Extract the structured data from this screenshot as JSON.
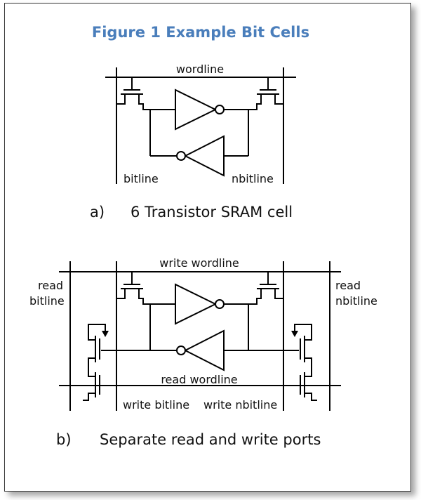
{
  "figure": {
    "title": "Figure 1 Example Bit Cells"
  },
  "diagram_a": {
    "labels": {
      "wordline": "wordline",
      "bitline": "bitline",
      "nbitline": "nbitline"
    },
    "caption_letter": "a)",
    "caption_text": "6 Transistor SRAM cell"
  },
  "diagram_b": {
    "labels": {
      "write_wordline": "write wordline",
      "read_bitline_1": "read",
      "read_bitline_2": "bitline",
      "read_nbitline_1": "read",
      "read_nbitline_2": "nbitline",
      "read_wordline": "read wordline",
      "write_bitline": "write bitline",
      "write_nbitline": "write nbitline"
    },
    "caption_letter": "b)",
    "caption_text": "Separate read and write ports"
  }
}
